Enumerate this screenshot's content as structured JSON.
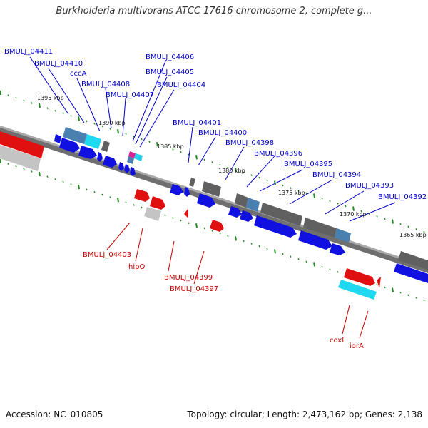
{
  "title": "Burkholderia multivorans ATCC 17616 chromosome 2, complete g...",
  "footer": {
    "accession": "Accession: NC_010805",
    "info": "Topology: circular; Length: 2,473,162 bp; Genes: 2,138"
  },
  "colors": {
    "forward_cds": "#1010e0",
    "reverse_cds": "#e01010",
    "gray_feature": "#707070",
    "light_gray_feature": "#c0c0c0",
    "steel_blue_feature": "#4a80b0",
    "cyan_feature": "#20d0e8",
    "magenta_feature": "#e02090",
    "label_forward": "#0000c8",
    "label_reverse": "#c80000",
    "ticks": "#228b22"
  },
  "kbp_labels": [
    "1395 kbp",
    "1390 kbp",
    "1385 kbp",
    "1380 kbp",
    "1375 kbp",
    "1370 kbp",
    "1365 kbp"
  ],
  "gene_labels_top": [
    "BMULJ_04411",
    "BMULJ_04410",
    "cccA",
    "BMULJ_04408",
    "BMULJ_04407",
    "BMULJ_04406",
    "BMULJ_04405",
    "BMULJ_04404",
    "BMULJ_04401",
    "BMULJ_04400",
    "BMULJ_04398",
    "BMULJ_04396",
    "BMULJ_04395",
    "BMULJ_04394",
    "BMULJ_04393",
    "BMULJ_04392"
  ],
  "gene_labels_bottom": [
    "BMULJ_04403",
    "hipO",
    "BMULJ_04399",
    "BMULJ_04397",
    "coxL",
    "iorA"
  ]
}
